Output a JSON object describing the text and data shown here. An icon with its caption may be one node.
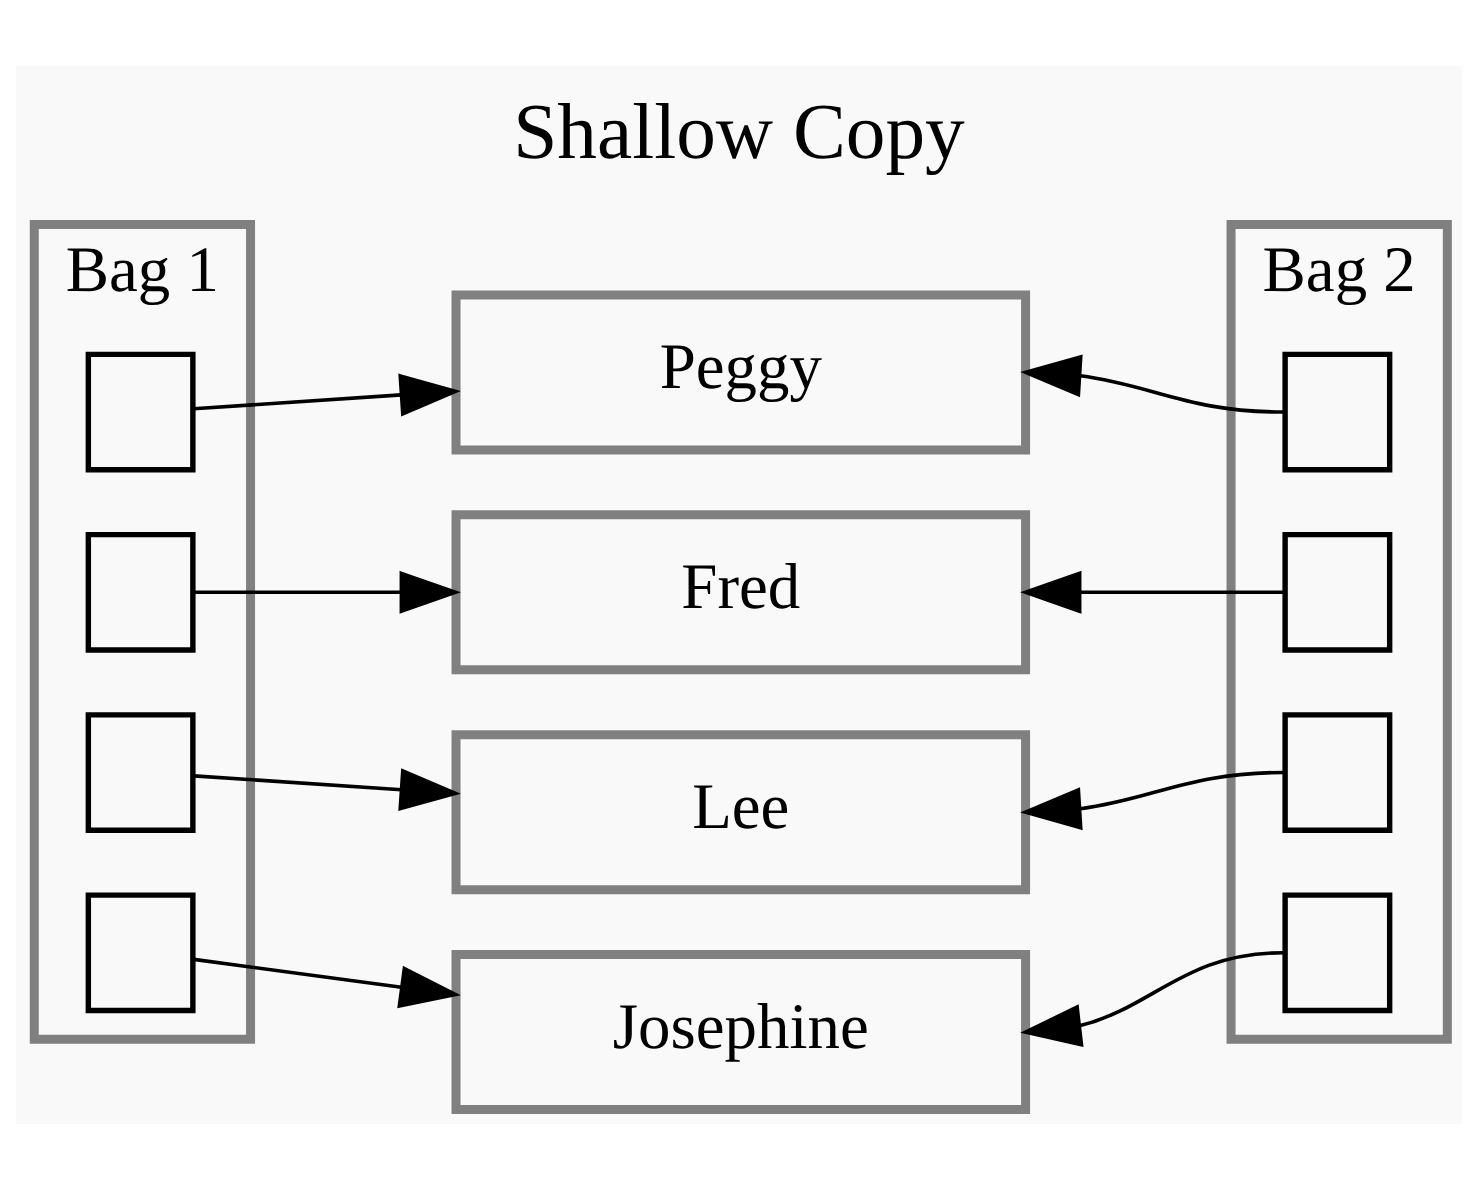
{
  "diagram": {
    "title": "Shallow Copy",
    "nodes": [
      {
        "text": [
          "Bag 1"
        ]
      },
      {
        "text": [],
        "shape": "box",
        "in": 0
      },
      {
        "text": [],
        "shape": "box",
        "in": 0
      },
      {
        "text": [],
        "shape": "box",
        "in": 0
      },
      {
        "text": [],
        "shape": "box",
        "in": 0
      },
      {
        "text": [
          "Peggy"
        ]
      },
      {
        "text": [
          "Fred"
        ]
      },
      {
        "text": [
          "Lee"
        ]
      },
      {
        "text": [
          "Josephine"
        ]
      },
      {
        "text": [
          "Bag 2"
        ]
      },
      {
        "text": [],
        "shape": "box",
        "in": 9
      },
      {
        "text": [],
        "shape": "box",
        "in": 9
      },
      {
        "text": [],
        "shape": "box",
        "in": 9
      },
      {
        "text": [],
        "shape": "box",
        "in": 9
      }
    ],
    "edges": [
      {
        "from": 1,
        "to": 5,
        "arrow": "to"
      },
      {
        "from": 2,
        "to": 6,
        "arrow": "to"
      },
      {
        "from": 3,
        "to": 7,
        "arrow": "to"
      },
      {
        "from": 4,
        "to": 8,
        "arrow": "to"
      },
      {
        "from": 10,
        "to": 5,
        "arrow": "to"
      },
      {
        "from": 11,
        "to": 6,
        "arrow": "to"
      },
      {
        "from": 12,
        "to": 7,
        "arrow": "to"
      },
      {
        "from": 13,
        "to": 8,
        "arrow": "to"
      }
    ]
  }
}
